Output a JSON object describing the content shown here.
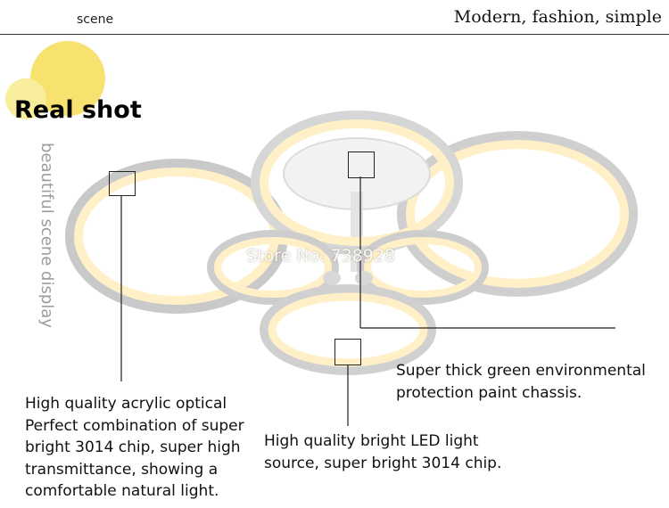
{
  "header": {
    "scene_label": "scene",
    "tagline": "Modern, fashion, simple"
  },
  "badge": {
    "real_shot": "Real shot"
  },
  "vertical_caption": "beautiful scene display",
  "watermark": "Store No: 738928",
  "callouts": {
    "acrylic": {
      "lines": [
        "High quality acrylic optical",
        "Perfect combination of super",
        "bright 3014 chip, super high",
        "transmittance, showing a",
        "comfortable natural light."
      ]
    },
    "led": {
      "lines": [
        "High quality bright LED light",
        "source, super bright 3014 chip."
      ]
    },
    "chassis": {
      "lines": [
        "Super thick green environmental",
        "protection paint chassis."
      ]
    }
  },
  "colors": {
    "sun": "#f7e270",
    "ring_frame": "#e7e7e7",
    "ring_glow": "#fff3cf",
    "caption_gray": "#9c9c9c"
  }
}
